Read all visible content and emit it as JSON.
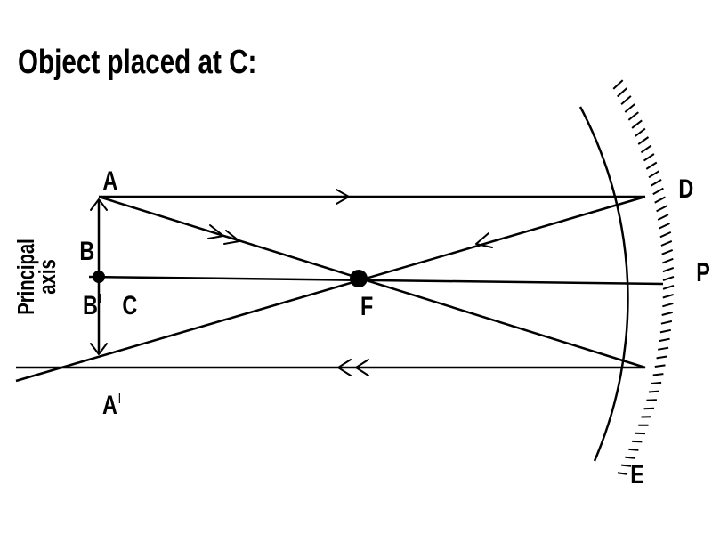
{
  "title": "Object placed at C:",
  "labels": {
    "A": "A",
    "A_prime": "A",
    "A_prime_mark": "I",
    "B": "B",
    "B_prime": "B",
    "B_prime_mark": "I",
    "C": "C",
    "F": "F",
    "D": "D",
    "P": "P",
    "E": "E",
    "axis_line1": "Principal",
    "axis_line2": "axis"
  },
  "colors": {
    "ink": "#000000",
    "background": "#ffffff"
  }
}
